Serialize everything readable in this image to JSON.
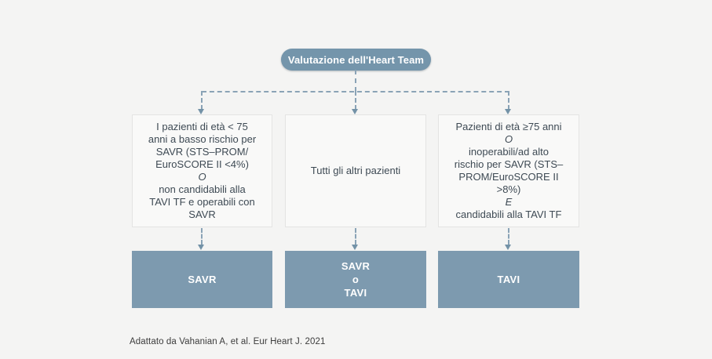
{
  "palette": {
    "background": "#f4f4f3",
    "node_fill": "#7495ab",
    "outcome_fill": "#7d9aaf",
    "connector": "#8aa3b6",
    "connector_dark": "#7392a7",
    "criteria_fill": "#f9f9f8",
    "criteria_border": "#e4e4e3",
    "criteria_text": "#3e4a54",
    "footer_text": "#3c3c3c"
  },
  "root_node": {
    "label": "Valutazione dell'Heart Team"
  },
  "criteria_boxes": {
    "left": {
      "lines": [
        "I pazienti di età < 75",
        "anni a basso rischio per",
        "SAVR (STS–PROM/",
        "EuroSCORE II <4%)",
        {
          "text": "O",
          "italic": true
        },
        "non candidabili alla",
        "TAVI TF e operabili con",
        "SAVR"
      ]
    },
    "center": {
      "lines": [
        "Tutti gli altri pazienti"
      ]
    },
    "right": {
      "lines": [
        "Pazienti di età ≥75 anni",
        {
          "text": "O",
          "italic": true
        },
        "inoperabili/ad alto",
        "rischio per SAVR (STS–",
        "PROM/EuroSCORE II",
        ">8%)",
        {
          "text": "E",
          "italic": true
        },
        "candidabili alla TAVI TF"
      ]
    }
  },
  "outcome_boxes": {
    "left": {
      "lines": [
        "SAVR"
      ]
    },
    "center": {
      "lines": [
        "SAVR",
        "o",
        "TAVI"
      ]
    },
    "right": {
      "lines": [
        "TAVI"
      ]
    }
  },
  "footer": {
    "citation": "Adattato da Vahanian A, et al. Eur Heart J. 2021"
  }
}
